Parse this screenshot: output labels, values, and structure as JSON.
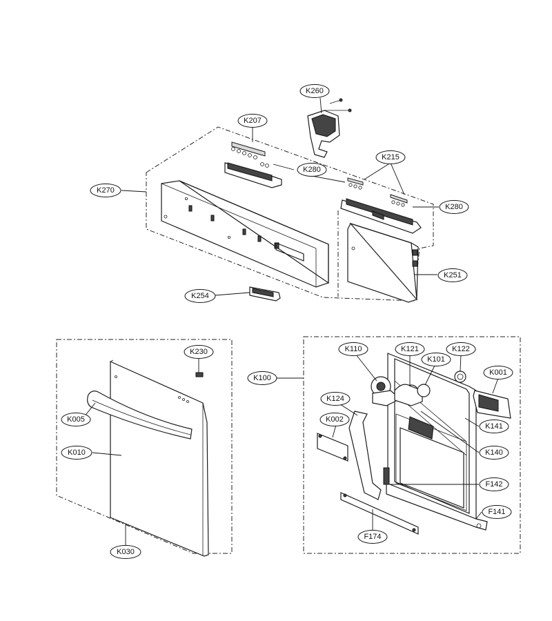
{
  "callouts": {
    "k260": "K260",
    "k207": "K207",
    "k215": "K215",
    "k280_top": "K280",
    "k280_right": "K280",
    "k270": "K270",
    "k251": "K251",
    "k254": "K254",
    "k230": "K230",
    "k005": "K005",
    "k010": "K010",
    "k030": "K030",
    "k100": "K100",
    "k110": "K110",
    "k121": "K121",
    "k101": "K101",
    "k122": "K122",
    "k001": "K001",
    "k124": "K124",
    "k002": "K002",
    "k141": "K141",
    "k140": "K140",
    "f142": "F142",
    "f141": "F141",
    "f174": "F174"
  }
}
